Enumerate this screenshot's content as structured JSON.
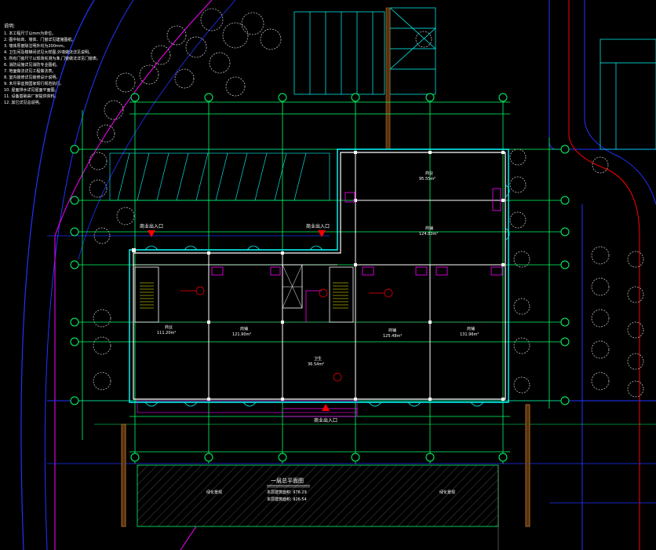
{
  "notes": {
    "heading": "说明:",
    "lines": [
      "1. 本工程尺寸以mm为单位。",
      "2. 图中标高、墙体、门窗详见建施图纸。",
      "3. 墙体厚度除注明外均为200mm。",
      "4. 卫生间及楼梯间详见大样图,外墙做法详见说明。",
      "5. 所有门窗尺寸以现场实测为准,门窗做法详见门窗表。",
      "6. 消防设施详见消防专业图纸。",
      "7. 地面做法详见工程做法表。",
      "8. 室内装修详见装修设计说明。",
      "9. 未尽事宜按国家现行规范执行。",
      "10. 屋面排水详见屋面平面图。",
      "11. 设备基础由厂家提供资料。",
      "12. 其它详见总说明。"
    ]
  },
  "entrances": {
    "north_west": "商业出入口",
    "north_east": "商业出入口",
    "south": "商业出入口"
  },
  "rooms": [
    {
      "name": "商业",
      "area": "111.20m²"
    },
    {
      "name": "商铺",
      "area": "121.90m²"
    },
    {
      "name": "卫生",
      "area": "36.54m²"
    },
    {
      "name": "商铺",
      "area": "125.48m²"
    },
    {
      "name": "商铺",
      "area": "131.96m²"
    },
    {
      "name": "商业",
      "area": "95.55m²"
    },
    {
      "name": "商铺",
      "area": "124.83m²"
    }
  ],
  "title_block": {
    "title": "一层总平面图",
    "line1": "本层建筑面积: 976.29",
    "line2": "本层建筑面积: 926.54"
  },
  "landscape": {
    "left_label": "绿化景观",
    "right_label": "绿化景观"
  },
  "colors": {
    "background": "#000000",
    "grid": "#00ff66",
    "wall": "#ffffff",
    "cyan": "#00ffff",
    "magenta": "#ff00ff",
    "road_blue": "#2233ff",
    "red": "#ff0000",
    "tree": "#bbbbbb",
    "yellow": "#ffff00"
  }
}
